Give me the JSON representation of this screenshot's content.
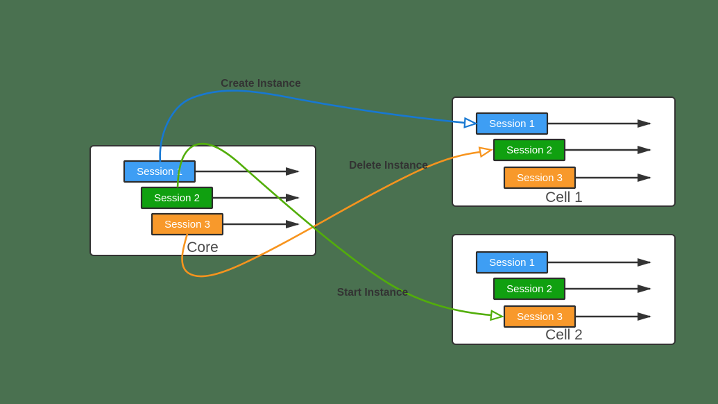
{
  "colors": {
    "background": "#4A7150",
    "box_fill": "#FFFFFF",
    "box_border": "#333333",
    "line_dark": "#333333",
    "title_text": "#4A4A4A",
    "label_text": "#333333",
    "session_text": "#FFFFFF",
    "session_border": "#2D2D2D",
    "session_blue": "#3E9EF4",
    "session_green": "#10A010",
    "session_orange": "#F8992B",
    "arrow_blue": "#1778D2",
    "arrow_green": "#52AE0A",
    "arrow_orange": "#F7941E",
    "arrowhead_fill": "#FFFFFF"
  },
  "containers": {
    "core": {
      "title": "Core",
      "sessions": [
        "Session 1",
        "Session 2",
        "Session 3"
      ]
    },
    "cell1": {
      "title": "Cell 1",
      "sessions": [
        "Session 1",
        "Session 2",
        "Session 3"
      ]
    },
    "cell2": {
      "title": "Cell 2",
      "sessions": [
        "Session 1",
        "Session 2",
        "Session 3"
      ]
    }
  },
  "flows": {
    "create": {
      "label": "Create Instance"
    },
    "delete": {
      "label": "Delete Instance"
    },
    "start": {
      "label": "Start Instance"
    }
  }
}
